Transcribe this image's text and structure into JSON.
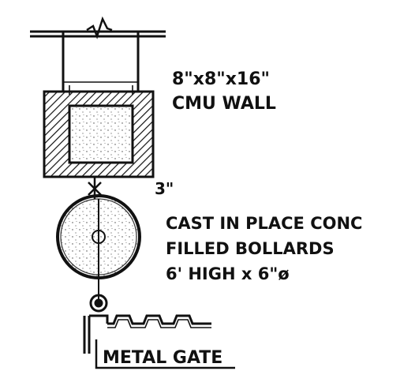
{
  "labels": {
    "cmu_size": "8\"x8\"x16\"",
    "cmu_wall": "CMU WALL",
    "gap": "3\"",
    "bollard_line1": "CAST IN PLACE CONC",
    "bollard_line2": "FILLED BOLLARDS",
    "bollard_line3": "6' HIGH x 6\"ø",
    "gate": "METAL GATE"
  },
  "colors": {
    "ink": "#111111",
    "background": "#ffffff"
  }
}
